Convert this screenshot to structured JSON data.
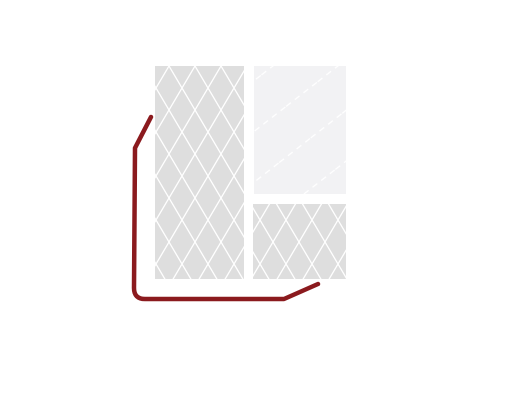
{
  "colors": {
    "background": "#ffffff",
    "panel_fill": "#dedede",
    "panel_light_fill": "#f2f2f4",
    "lattice_line": "#ffffff",
    "bracket": "#8b1a1e"
  },
  "panels": [
    {
      "id": "panel-tall-left",
      "pattern": "diamond-lattice"
    },
    {
      "id": "panel-top-right",
      "pattern": "diagonal-dashed"
    },
    {
      "id": "panel-bottom-right",
      "pattern": "diamond-lattice"
    }
  ]
}
